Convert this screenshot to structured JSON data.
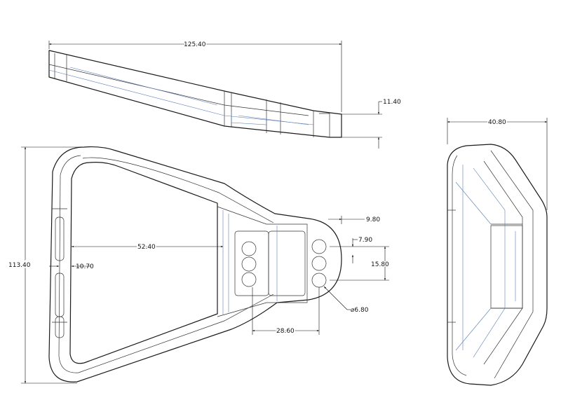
{
  "top_view": {
    "length": "125.40",
    "thickness": "11.40"
  },
  "front_view": {
    "height": "113.40",
    "inner_width": "52.40",
    "slot_width": "10.70",
    "boss_width": "28.60",
    "tab_width": "9.80",
    "hole_pitch": "7.90",
    "hole_span": "15.80",
    "hole_diameter": "⌀6.80"
  },
  "side_view": {
    "width": "40.80"
  },
  "colors": {
    "outline": "#1a1a1a",
    "hidden": "#5a7fb5"
  }
}
